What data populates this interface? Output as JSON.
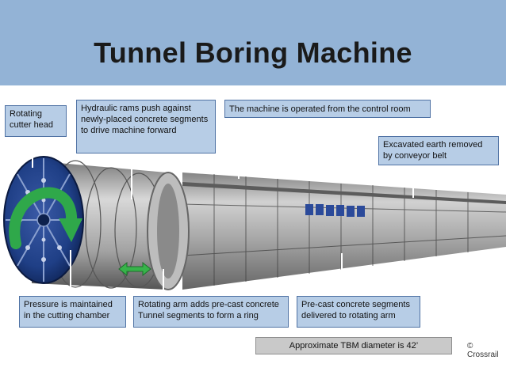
{
  "title": "Tunnel Boring Machine",
  "callouts": {
    "rotating_cutter_head": "Rotating cutter head",
    "hydraulic_rams": "Hydraulic rams push against newly-placed concrete segments to drive machine forward",
    "control_room": "The machine is operated from the control room",
    "excavated_earth": "Excavated earth removed by conveyor belt",
    "pressure": "Pressure is maintained in the cutting chamber",
    "rotating_arm": "Rotating arm adds pre-cast concrete Tunnel segments to form a ring",
    "precast_segments": "Pre-cast concrete segments delivered to rotating arm"
  },
  "diameter_note": "Approximate TBM diameter is 42’",
  "copyright": "© Crossrail",
  "colors": {
    "header_bg": "#93b3d6",
    "callout_bg": "#b7cde6",
    "callout_border": "#4f72a4",
    "cutter_blue": "#1f3f86",
    "rotation_arrow": "#2fa84a"
  },
  "icons": [
    "rotation-arrow-icon",
    "push-arrow-icon"
  ]
}
